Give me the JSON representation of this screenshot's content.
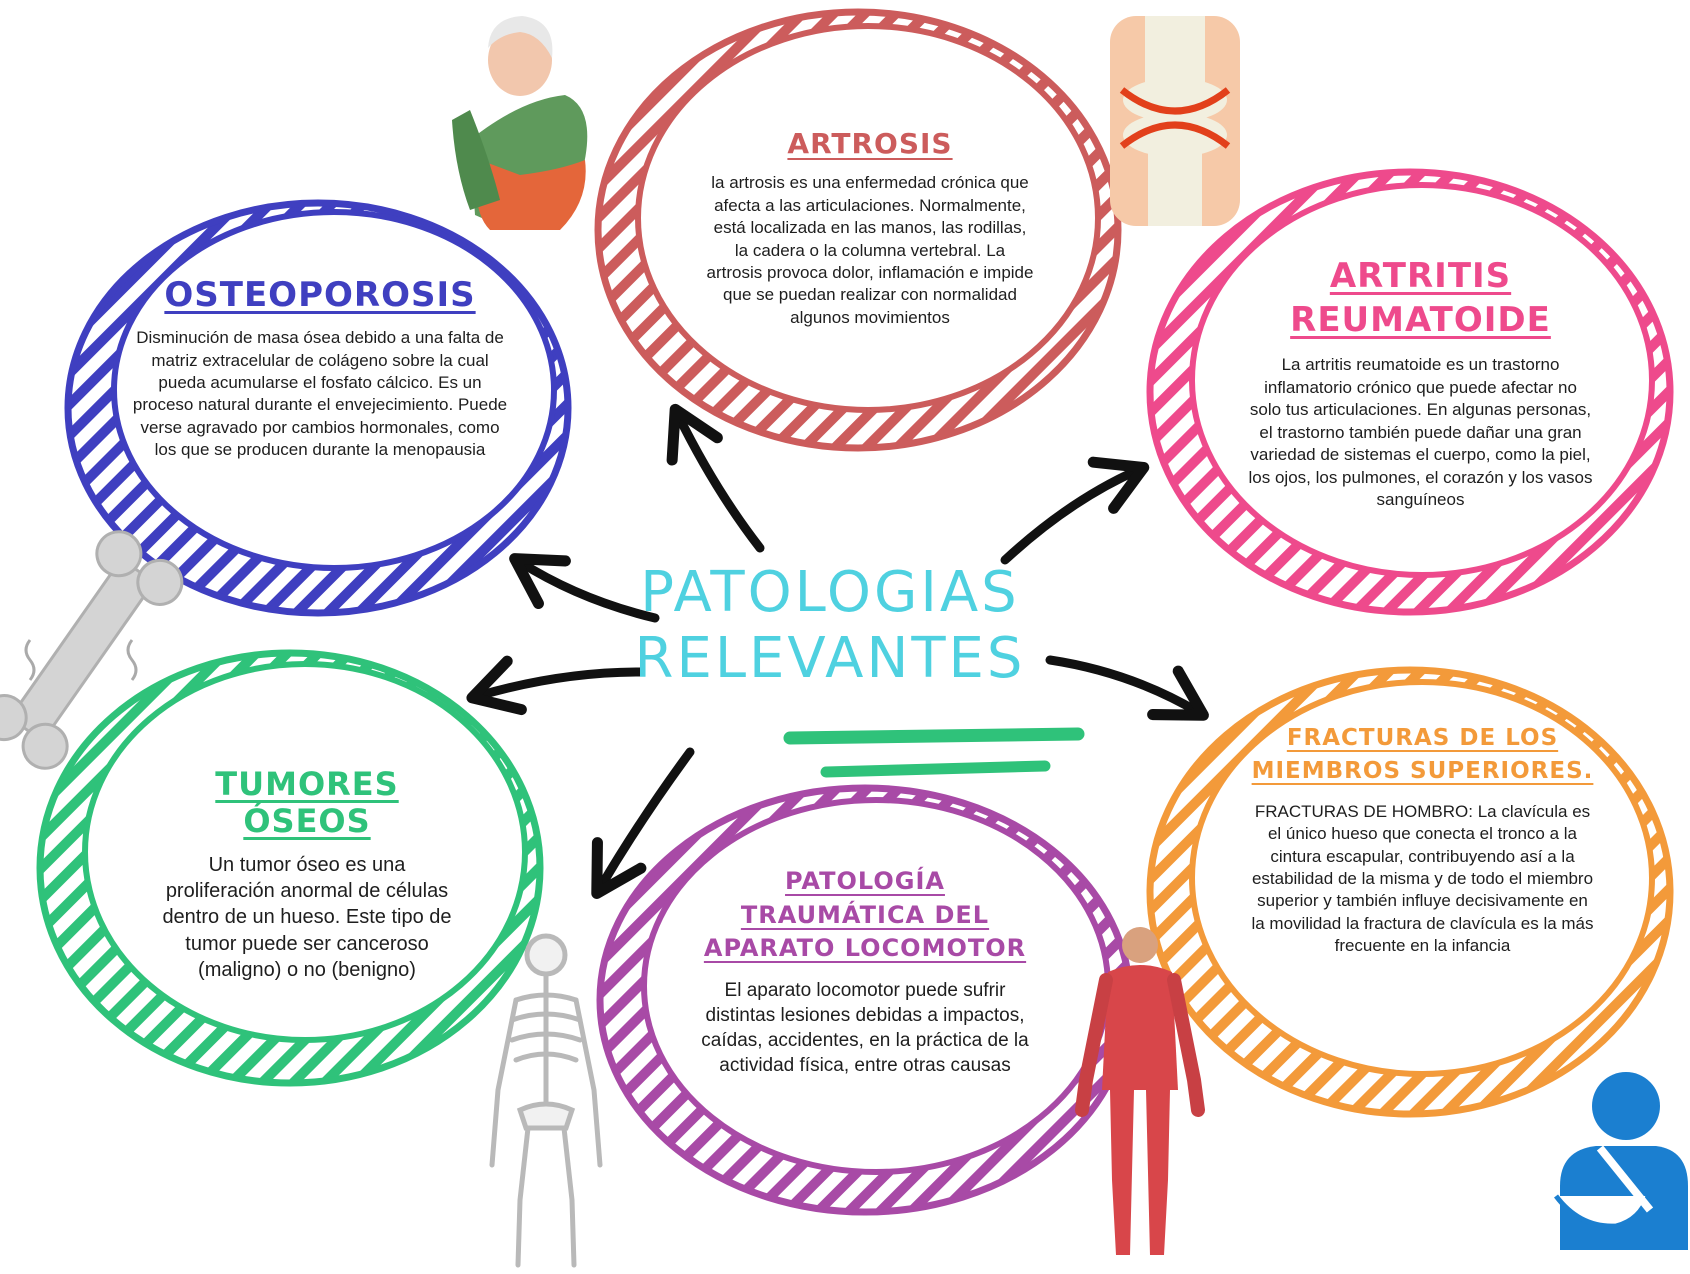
{
  "center": {
    "title_line1": "PATOLOGIAS",
    "title_line2": "RELEVANTES",
    "color": "#4fd1e0"
  },
  "nodes": {
    "osteoporosis": {
      "title": "OSTEOPOROSIS",
      "body": "Disminución de masa ósea debido a una falta de matriz extracelular de colágeno sobre la cual pueda acumularse el fosfato cálcico. Es un proceso natural durante el envejecimiento. Puede verse agravado por cambios hormonales, como los que se producen durante la menopausia",
      "color": "#3f3fc0"
    },
    "artrosis": {
      "title": "ARTROSIS",
      "body": "la artrosis es una enfermedad crónica que afecta a las articulaciones. Normalmente, está localizada en las manos, las rodillas, la cadera o la columna vertebral. La artrosis provoca dolor, inflamación e impide que se puedan realizar con normalidad algunos movimientos",
      "color": "#cc5c5c"
    },
    "artritis": {
      "title": "ARTRITIS REUMATOIDE",
      "body": "La artritis reumatoide es un trastorno inflamatorio crónico que puede afectar no solo tus articulaciones. En algunas personas, el trastorno también puede dañar una gran variedad de sistemas el cuerpo, como la piel, los ojos, los pulmones, el corazón y los vasos sanguíneos",
      "color": "#ee4a8c"
    },
    "tumores": {
      "title": "TUMORES ÓSEOS",
      "body": "Un tumor óseo es una proliferación anormal de células dentro de un hueso. Este tipo de tumor puede ser canceroso (maligno) o no (benigno)",
      "color": "#2fc27a"
    },
    "traumatica": {
      "title": "PATOLOGÍA TRAUMÁTICA DEL APARATO LOCOMOTOR",
      "body": "El aparato locomotor puede sufrir distintas lesiones debidas a impactos, caídas, accidentes, en la práctica de la actividad física, entre otras causas",
      "color": "#a84aa6"
    },
    "fracturas": {
      "title": "FRACTURAS DE LOS MIEMBROS SUPERIORES.",
      "body": "FRACTURAS DE HOMBRO: La clavícula es el único hueso que conecta el tronco a la cintura escapular, contribuyendo así a la estabilidad de la misma y de todo el miembro superior y también influye decisivamente en la movilidad la fractura de clavícula es la más frecuente en la infancia",
      "color": "#f39a3a"
    }
  },
  "colors": {
    "arrow": "#111111",
    "accent_underline": "#2fc27a",
    "bone": "#d4d4d4",
    "icon_blue": "#1b7fd0"
  }
}
